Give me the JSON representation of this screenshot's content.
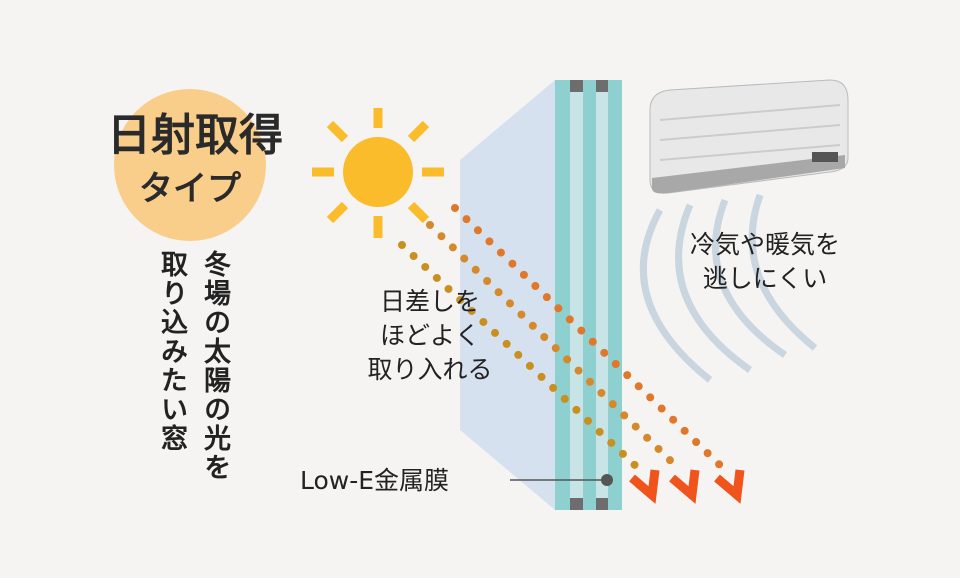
{
  "badge": {
    "title": "日射取得",
    "subtitle": "タイプ",
    "color": "#f9cd8a"
  },
  "vertical_caption": {
    "line1": "冬場の太陽の光を",
    "line2": "取り込みたい窓"
  },
  "sunlight_label": {
    "line1": "日差しを",
    "line2": "ほどよく",
    "line3": "取り入れる"
  },
  "airflow_label": {
    "line1": "冷気や暖気を",
    "line2": "逃しにくい"
  },
  "coating_label": "Low-E金属膜",
  "colors": {
    "background": "#f5f4f2",
    "sun": "#fbbc2c",
    "glass": "#d5e1ee",
    "pane": "#8ecfcf",
    "arrow": "#f0531c"
  }
}
